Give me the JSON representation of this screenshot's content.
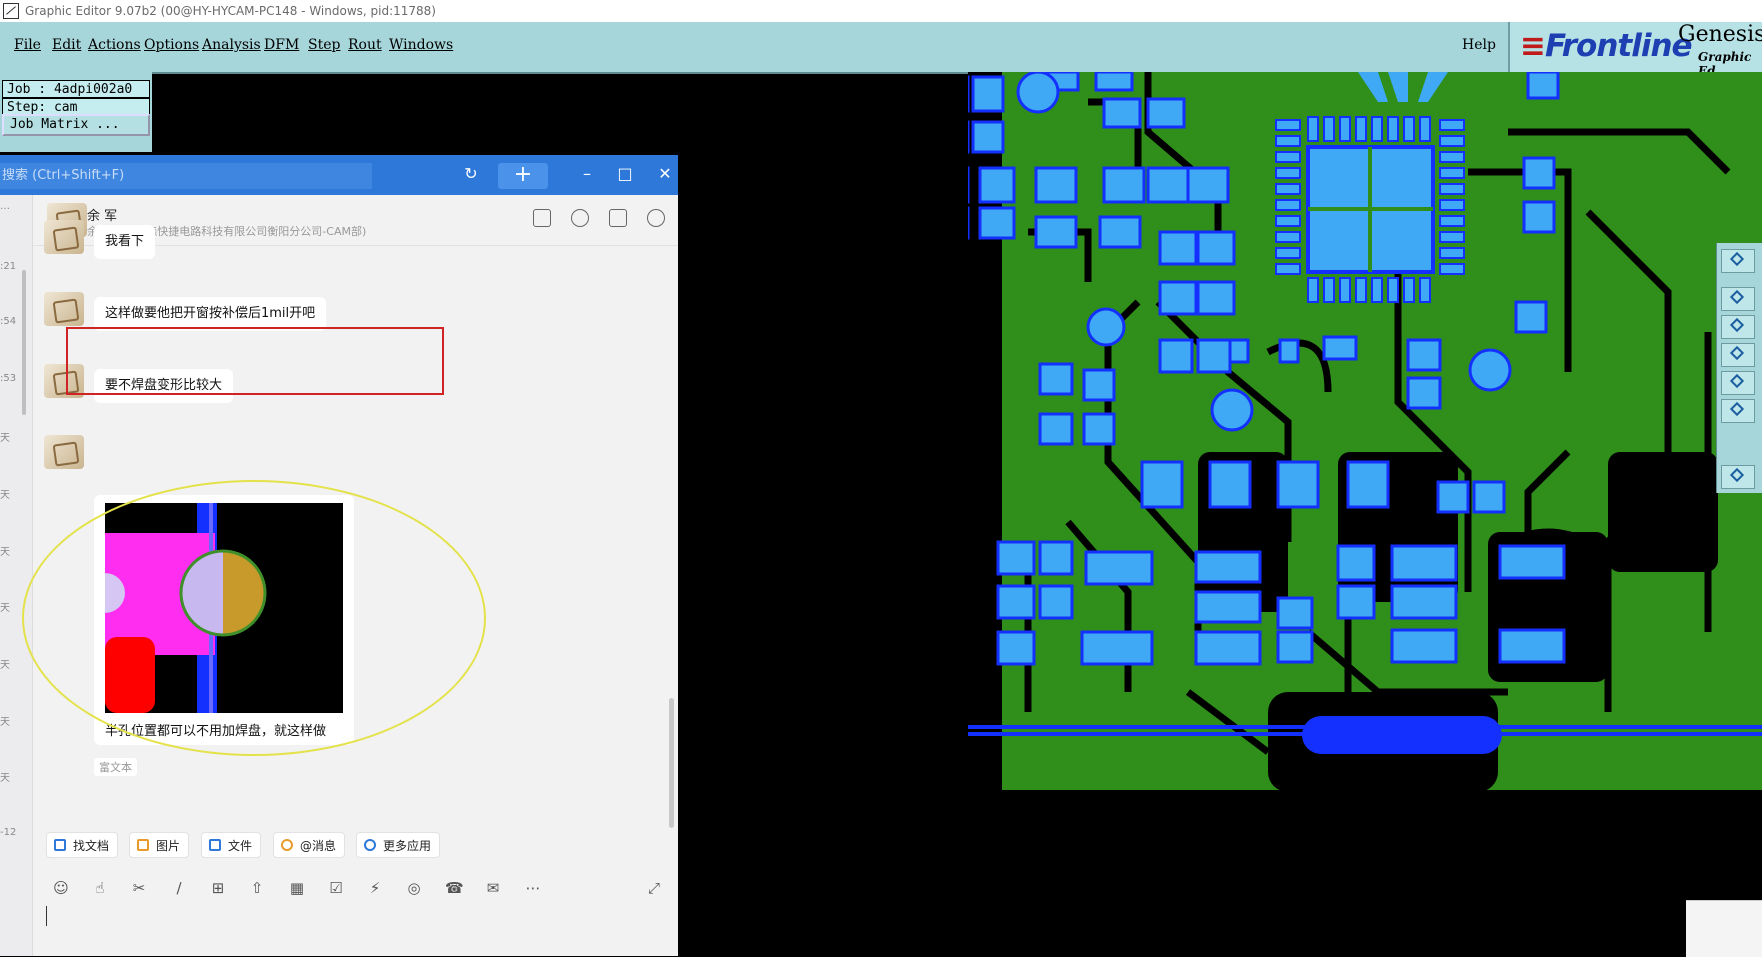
{
  "window": {
    "title": "Graphic Editor 9.07b2 (00@HY-HYCAM-PC148 - Windows, pid:11788)"
  },
  "menubar": {
    "items": [
      "File",
      "Edit",
      "Actions",
      "Options",
      "Analysis",
      "DFM",
      "Step",
      "Rout",
      "Windows"
    ],
    "help": "Help",
    "brand_logo": "Frontline",
    "brand_title": "Genesis",
    "brand_sub": "Graphic Ed"
  },
  "job_panel": {
    "job": "Job : 4adpi002a0",
    "step": "Step: cam",
    "matrix_button": "Job Matrix ..."
  },
  "chat": {
    "search_placeholder": "搜索 (Ctrl+Shift+F)",
    "contact_name": "余 军",
    "contact_org": "余军(广州兴森快捷电路科技有限公司衡阳分公司-CAM部)",
    "left_timestamps": [
      "…",
      ":21",
      ":54",
      ":53",
      "天",
      "天",
      "天",
      "天",
      "天",
      "天",
      "天",
      "-12"
    ],
    "messages": [
      {
        "text": "我看下"
      },
      {
        "text": "这样做要他把开窗按补偿后1mil开吧"
      },
      {
        "text": "要不焊盘变形比较大"
      },
      {
        "text": "半孔位置都可以不用加焊盘，就这样做",
        "tag": "富文本"
      }
    ],
    "quick_chips": [
      "找文档",
      "图片",
      "文件",
      "@消息",
      "更多应用"
    ],
    "toolbar_icons": [
      "emoji-icon",
      "thumbs-up-icon",
      "scissors-icon",
      "slash-command-icon",
      "add-note-icon",
      "upload-icon",
      "calendar-icon",
      "checkbox-icon",
      "lightning-icon",
      "screen-record-icon",
      "phone-icon",
      "mail-icon",
      "more-icon"
    ],
    "expand_icon": "expand-icon"
  },
  "colors": {
    "genesis_bg": "#a6d6da",
    "pcb_copper": "#2f8f1a",
    "pcb_pad": "#3fa9f5",
    "pcb_outline": "#1430ff",
    "chat_accent": "#2d78d8",
    "annotation_red": "#d02424",
    "annotation_yellow": "#e4e24a"
  }
}
